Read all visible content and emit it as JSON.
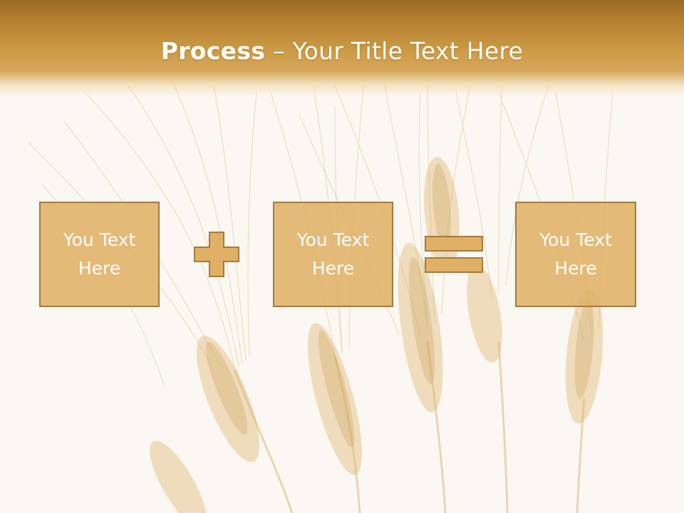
{
  "title": {
    "bold": "Process",
    "rest": " – Your Title Text Here"
  },
  "boxes": [
    {
      "line1": "You Text",
      "line2": "Here"
    },
    {
      "line1": "You Text",
      "line2": "Here"
    },
    {
      "line1": "You Text",
      "line2": "Here"
    }
  ],
  "operators": {
    "first": "plus-icon",
    "second": "equals-icon"
  },
  "colors": {
    "header": "#c4913c",
    "box_fill": "#e0b066",
    "box_border": "#a67a3c",
    "text": "#ffffff"
  }
}
